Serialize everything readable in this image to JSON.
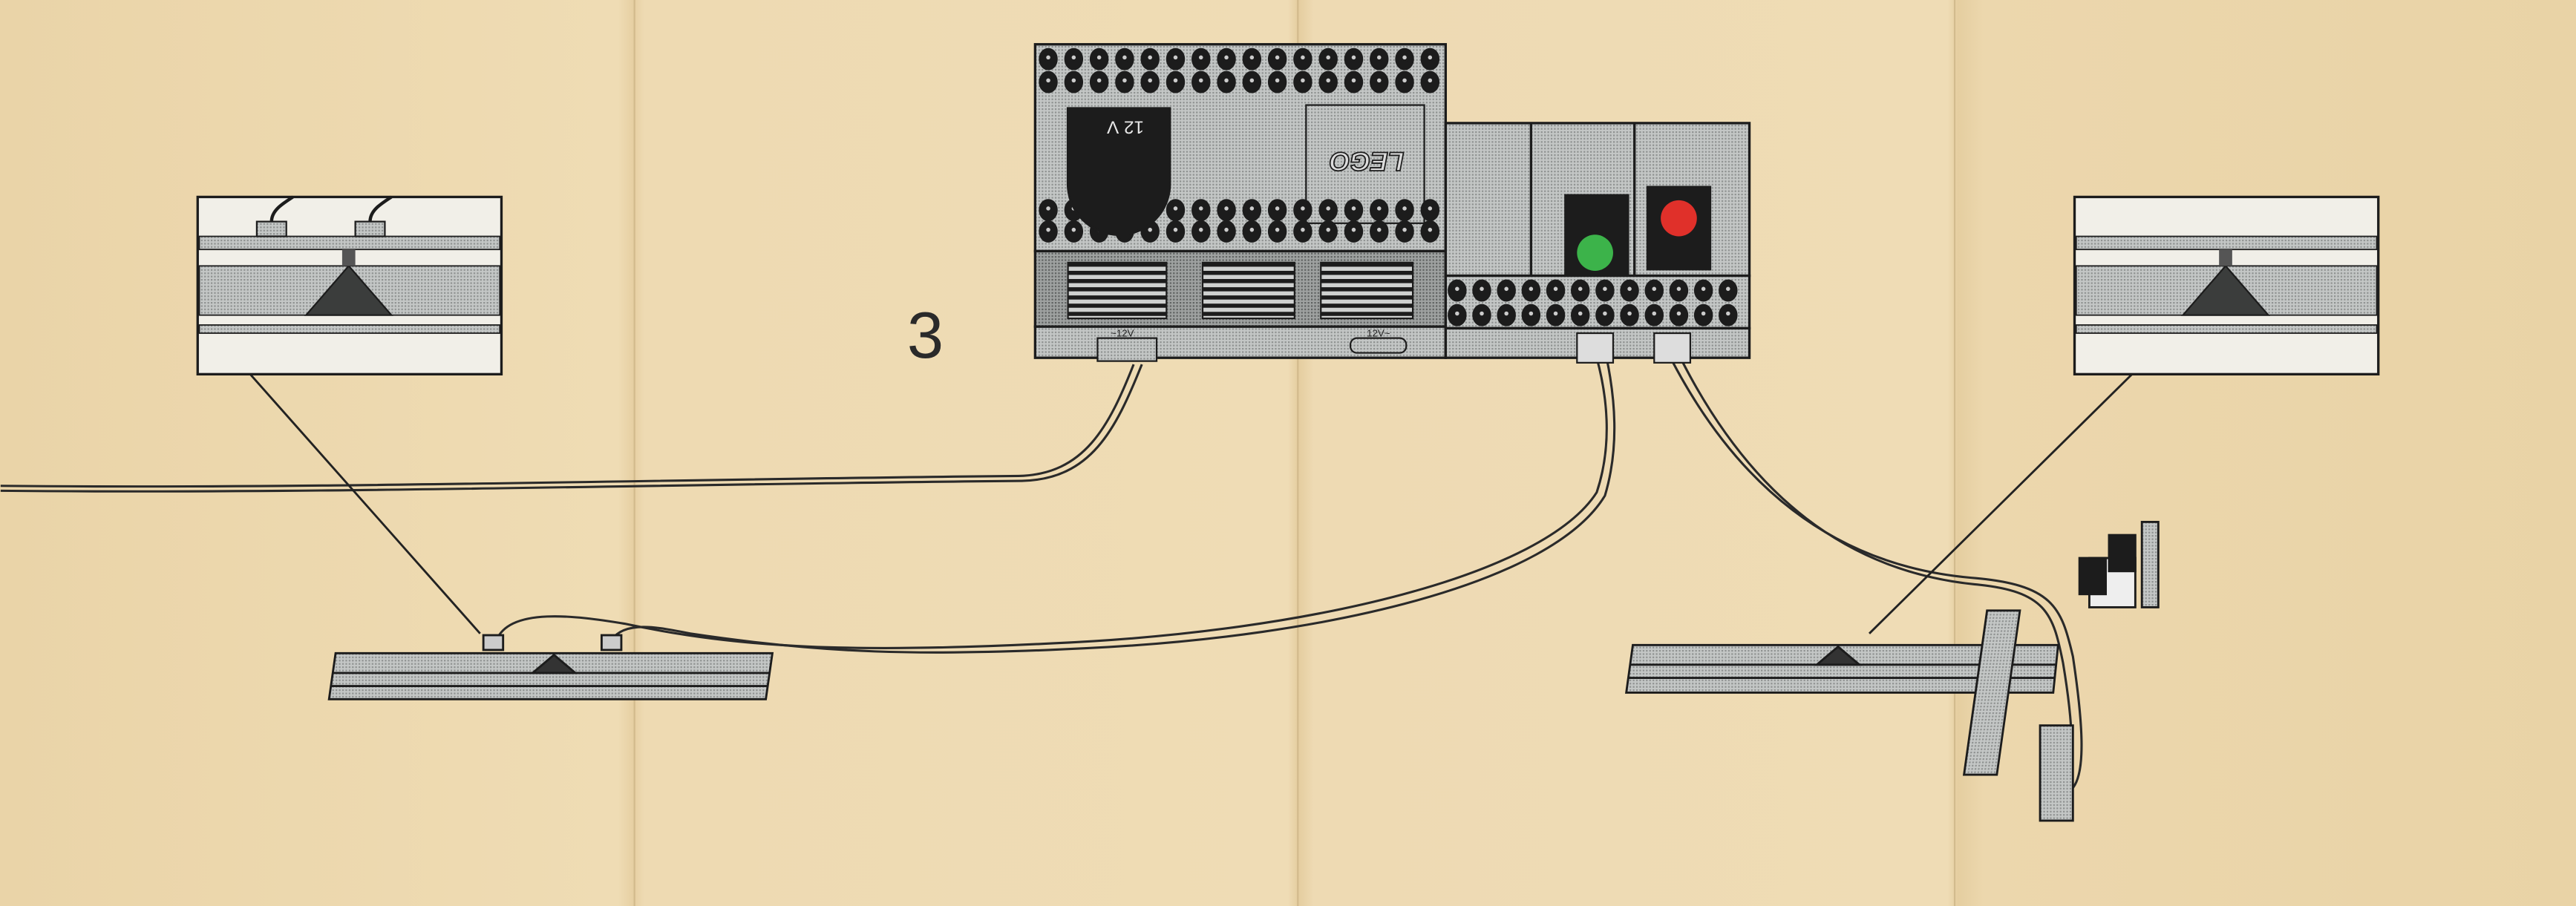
{
  "step_number": "3",
  "transformer": {
    "dial_label": "12 V",
    "logo_text": "LEGO",
    "port_label_left": "~12V",
    "port_label_right": "12V~"
  },
  "controller": {
    "lamp_colors": {
      "green": "#3cb34a",
      "red": "#e0302a"
    }
  },
  "colors": {
    "paper": "#ecd8ae",
    "device_gray": "#b8bcbc",
    "ink": "#1c1c1c",
    "inset_bg": "#f1efe8"
  }
}
